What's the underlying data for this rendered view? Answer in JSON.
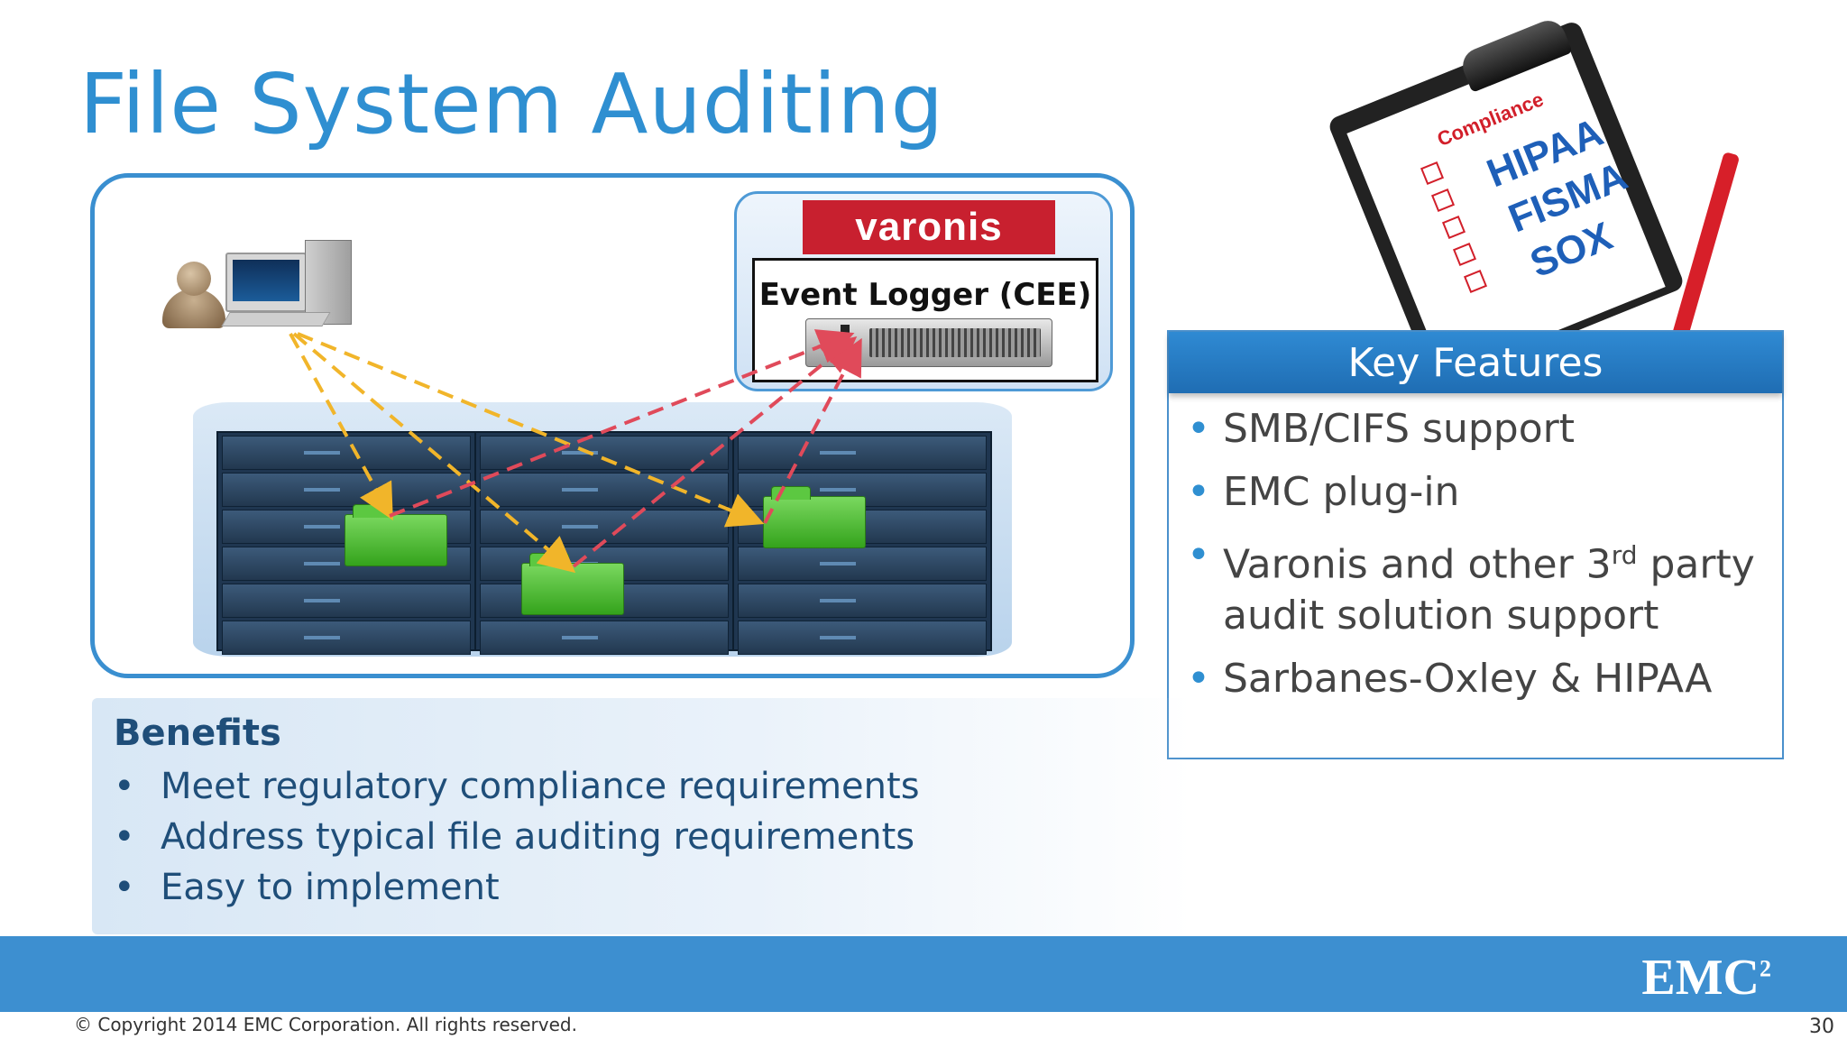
{
  "title": "File System Auditing",
  "diagram": {
    "varonis_logo": "varonis",
    "event_logger_label": "Event Logger (CEE)"
  },
  "clipboard": {
    "heading": "Compliance",
    "items": [
      "HIPAA",
      "FISMA",
      "SOX"
    ]
  },
  "key_features": {
    "header": "Key Features",
    "items": [
      {
        "text": "SMB/CIFS support"
      },
      {
        "text": "EMC plug-in"
      },
      {
        "text_before": "Varonis and other 3",
        "superscript": "rd",
        "text_after": " party audit solution support"
      },
      {
        "text": "Sarbanes-Oxley & HIPAA"
      }
    ]
  },
  "benefits": {
    "title": "Benefits",
    "items": [
      "Meet regulatory compliance requirements",
      "Address  typical file auditing requirements",
      "Easy to implement"
    ]
  },
  "footer": {
    "logo": "EMC",
    "logo_superscript": "2",
    "copyright": "© Copyright 2014 EMC Corporation. All rights reserved.",
    "page_number": "30"
  },
  "colors": {
    "title_blue": "#2f8fd1",
    "footer_band": "#3d8fd0",
    "benefits_text": "#1f4e79",
    "varonis_red": "#c8202f",
    "arrow_yellow": "#f1b52a",
    "arrow_red": "#e04a5a"
  }
}
